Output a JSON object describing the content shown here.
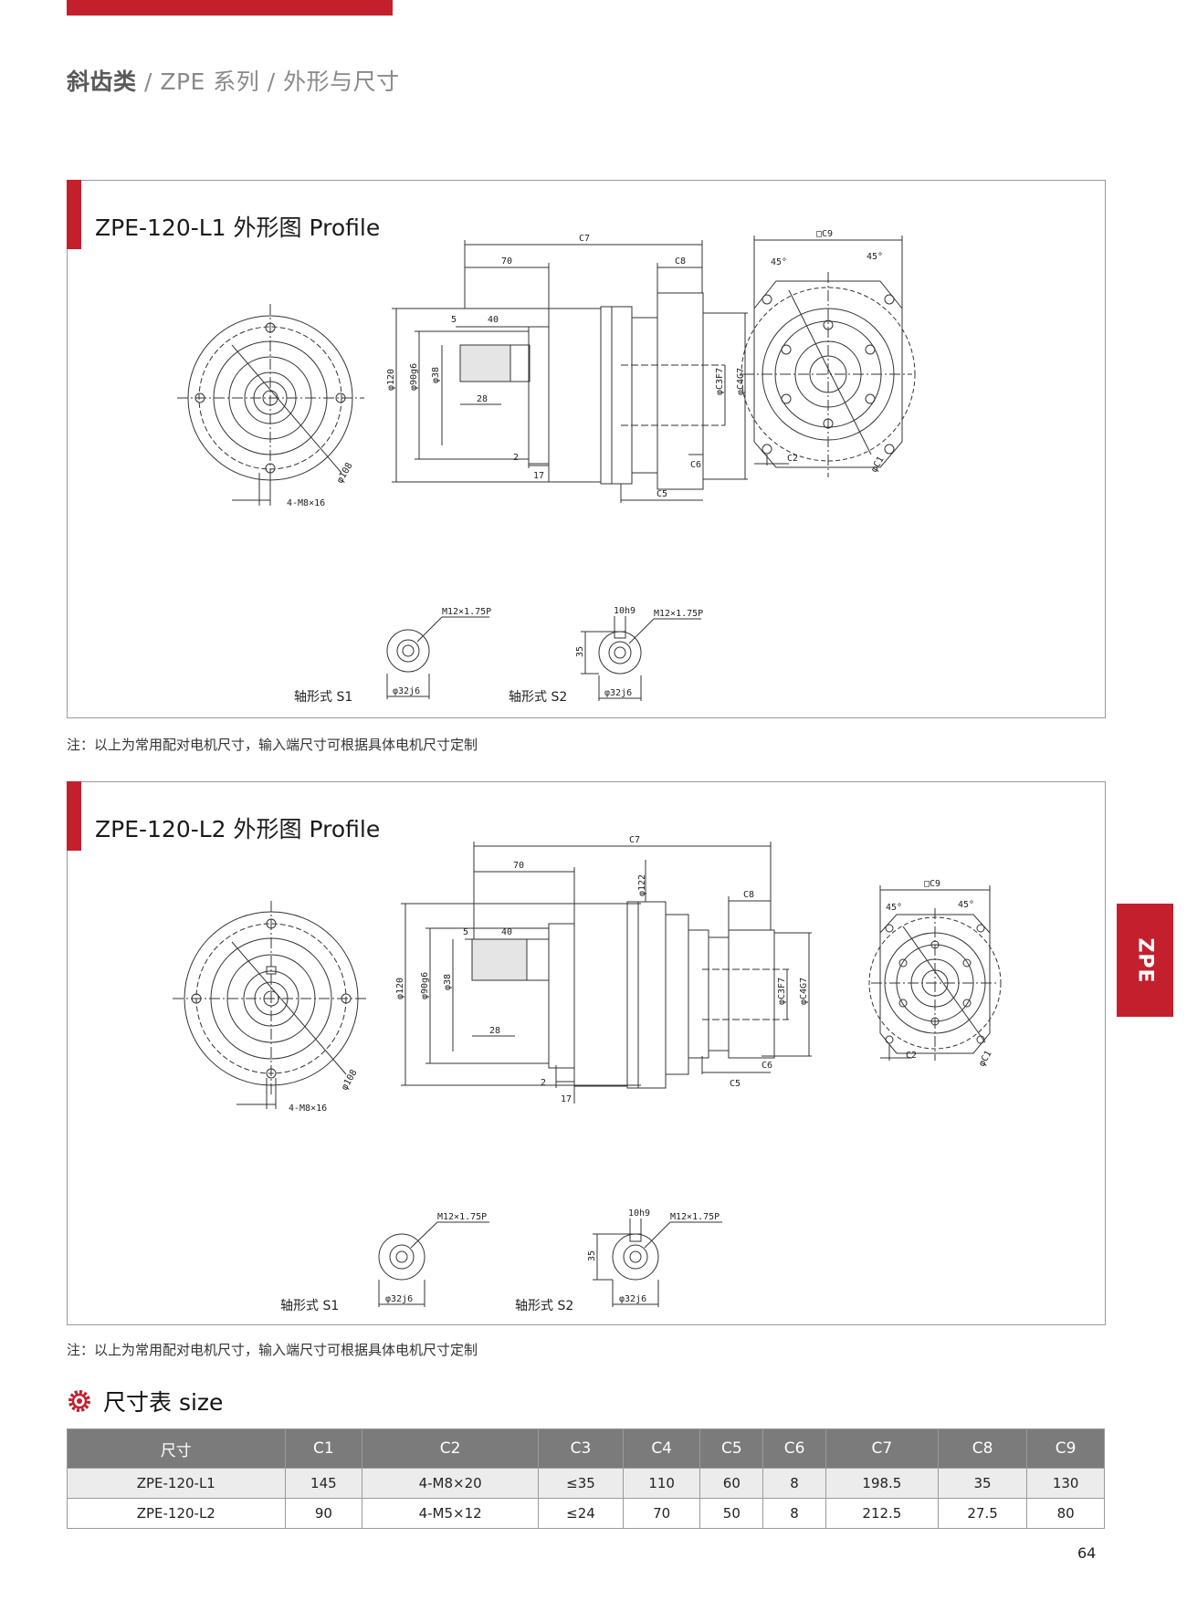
{
  "breadcrumb": {
    "first": "斜齿类",
    "sep1": " / ",
    "second": "ZPE 系列",
    "sep2": " / ",
    "third": "外形与尺寸"
  },
  "panels": [
    {
      "title": "ZPE-120-L1 外形图 Profile",
      "labels": {
        "c7": "C7",
        "d70": "70",
        "c8": "C8",
        "c9": "□C9",
        "a45l": "45°",
        "a45r": "45°",
        "d5": "5",
        "d40": "40",
        "d120": "φ120",
        "d90": "φ90g6",
        "d38": "φ38",
        "d28": "28",
        "c3": "φC3F7",
        "c4": "φC4G7",
        "c6": "C6",
        "d2": "2",
        "d17": "17",
        "c5": "C5",
        "c2": "C2",
        "c1": "φC1",
        "d108": "φ108",
        "m8": "4-M8×16",
        "m12a": "M12×1.75P",
        "d32a": "φ32j6",
        "s1": "轴形式 S1",
        "k10": "10h9",
        "m12b": "M12×1.75P",
        "d35": "35",
        "d32b": "φ32j6",
        "s2": "轴形式 S2"
      },
      "note": "注：以上为常用配对电机尺寸，输入端尺寸可根据具体电机尺寸定制"
    },
    {
      "title": "ZPE-120-L2 外形图 Profile",
      "labels": {
        "c7": "C7",
        "d70": "70",
        "d122": "φ122",
        "c8": "C8",
        "c9": "□C9",
        "a45l": "45°",
        "a45r": "45°",
        "d5": "5",
        "d40": "40",
        "d120": "φ120",
        "d90": "φ90g6",
        "d38": "φ38",
        "d28": "28",
        "c3": "φC3F7",
        "c4": "φC4G7",
        "c6": "C6",
        "d2": "2",
        "d17": "17",
        "c5": "C5",
        "c2": "C2",
        "c1": "φC1",
        "d108": "φ108",
        "m8": "4-M8×16",
        "m12a": "M12×1.75P",
        "d32a": "φ32j6",
        "s1": "轴形式 S1",
        "k10": "10h9",
        "m12b": "M12×1.75P",
        "d35": "35",
        "d32b": "φ32j6",
        "s2": "轴形式 S2"
      },
      "note": "注：以上为常用配对电机尺寸，输入端尺寸可根据具体电机尺寸定制"
    }
  ],
  "side_tab": "ZPE",
  "size_table": {
    "heading": "尺寸表 size",
    "columns": [
      "尺寸",
      "C1",
      "C2",
      "C3",
      "C4",
      "C5",
      "C6",
      "C7",
      "C8",
      "C9"
    ],
    "rows": [
      [
        "ZPE-120-L1",
        "145",
        "4-M8×20",
        "≤35",
        "110",
        "60",
        "8",
        "198.5",
        "35",
        "130"
      ],
      [
        "ZPE-120-L2",
        "90",
        "4-M5×12",
        "≤24",
        "70",
        "50",
        "8",
        "212.5",
        "27.5",
        "80"
      ]
    ]
  },
  "page_number": "64",
  "colors": {
    "accent": "#c41f2d",
    "table_header": "#7b7b7b"
  }
}
